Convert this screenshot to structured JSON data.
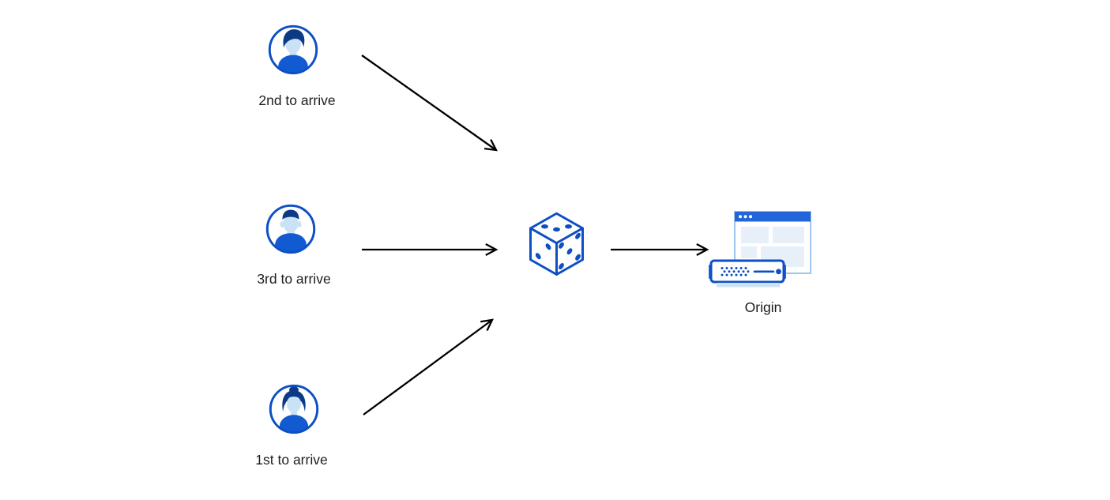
{
  "diagram": {
    "clients": [
      {
        "label": "2nd to arrive",
        "icon": "man-avatar-icon"
      },
      {
        "label": "3rd to arrive",
        "icon": "man-avatar-icon"
      },
      {
        "label": "1st to arrive",
        "icon": "woman-avatar-icon"
      }
    ],
    "randomizer": {
      "icon": "dice-icon",
      "pips_visible": {
        "top_face": 3,
        "left_face": 2,
        "right_face": 5
      }
    },
    "origin": {
      "label": "Origin",
      "icon": "origin-server-browser-icon"
    },
    "arrow_count": 4
  },
  "colors": {
    "background": "#ffffff",
    "primary_blue": "#0d4fc4",
    "titlebar_blue": "#2264d9",
    "shirt_blue": "#115ad1",
    "hair_navy": "#0c3a85",
    "face_skin": "#c9e2f5",
    "light_blue_fill": "#e7f0f9",
    "pale_blue_border": "#9fc6ec",
    "server_base_blue": "#cfe2f4",
    "arrow_black": "#000000",
    "label_text": "#1d1d1f"
  }
}
